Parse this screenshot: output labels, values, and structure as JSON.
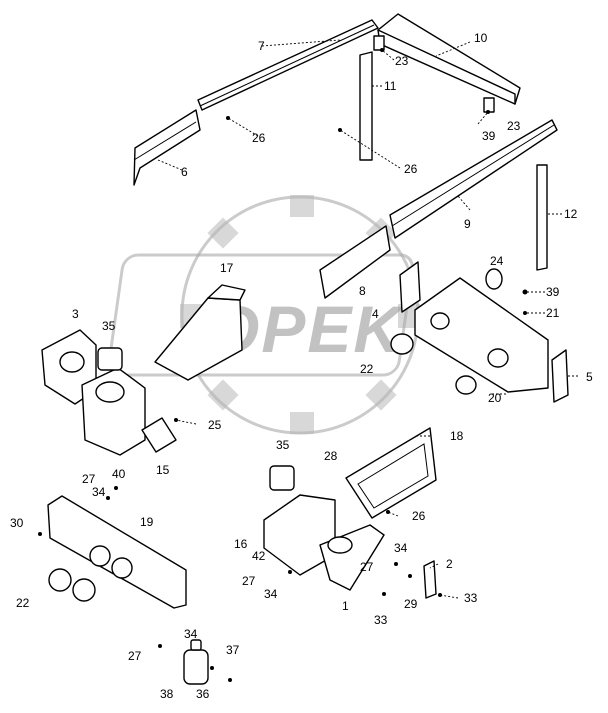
{
  "watermark": {
    "text": "OPEK"
  },
  "callouts": [
    "7",
    "10",
    "23",
    "11",
    "23",
    "39",
    "26",
    "26",
    "6",
    "9",
    "12",
    "24",
    "39",
    "21",
    "17",
    "8",
    "4",
    "3",
    "35",
    "22",
    "5",
    "20",
    "25",
    "40",
    "15",
    "35",
    "18",
    "28",
    "27",
    "34",
    "19",
    "30",
    "26",
    "16",
    "42",
    "34",
    "2",
    "27",
    "27",
    "29",
    "33",
    "34",
    "1",
    "33",
    "22",
    "34",
    "27",
    "37",
    "38",
    "36"
  ]
}
